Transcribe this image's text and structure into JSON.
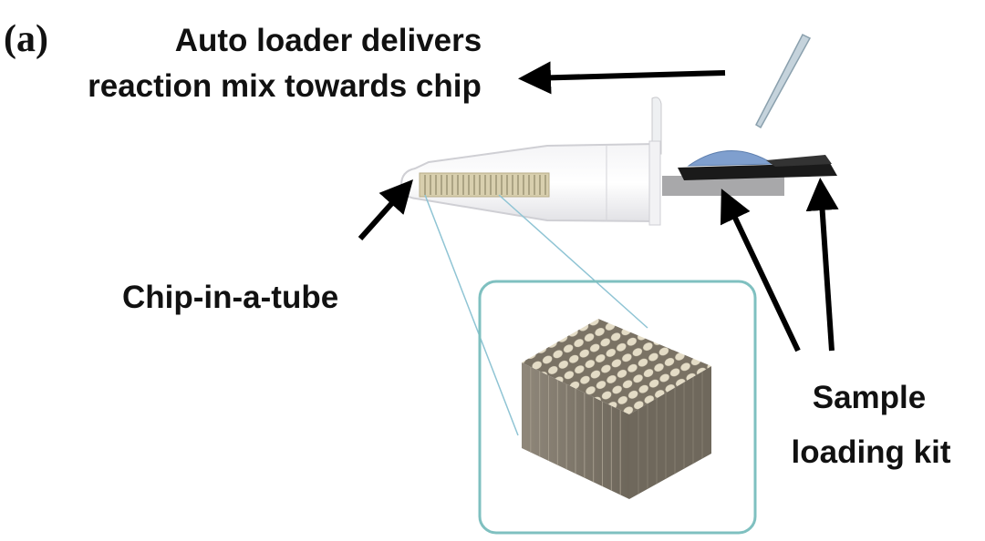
{
  "panel_label": "(a)",
  "labels": {
    "auto_loader_line1": "Auto loader delivers",
    "auto_loader_line2": "reaction mix towards chip",
    "chip_in_tube": "Chip-in-a-tube",
    "sample_line1": "Sample",
    "sample_line2": "loading kit"
  },
  "colors": {
    "chip": "#cfc6a6",
    "inset_border": "#7fc0c0",
    "drop": "#7f9fce",
    "cube_side": "#8a8274"
  }
}
